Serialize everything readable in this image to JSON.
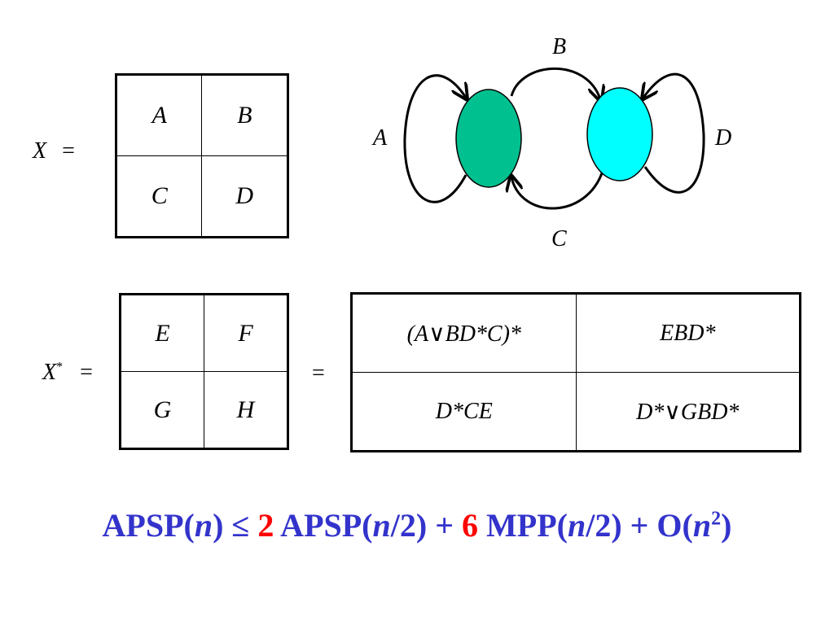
{
  "matrix_x": {
    "label": "X",
    "equals": "=",
    "cells": [
      [
        "A",
        "B"
      ],
      [
        "C",
        "D"
      ]
    ]
  },
  "graph": {
    "labels": {
      "top": "B",
      "left": "A",
      "right": "D",
      "bottom": "C"
    },
    "colors": {
      "left_node": "#00c090",
      "right_node": "#00ffff"
    }
  },
  "matrix_xstar": {
    "label": "X",
    "superscript": "*",
    "equals": "=",
    "cells": [
      [
        "E",
        "F"
      ],
      [
        "G",
        "H"
      ]
    ]
  },
  "between_equals": "=",
  "result_matrix": {
    "cells": [
      [
        "(A∨BD*C)*",
        "EBD*"
      ],
      [
        "D*CE",
        "D*∨GBD*"
      ]
    ]
  },
  "formula": {
    "p1": "APSP(",
    "n1": "n",
    "p2": ") ≤ ",
    "coef1": "2",
    "p3": " APSP(",
    "n2": "n",
    "p4": "/2) + ",
    "coef2": "6",
    "p5": " MPP(",
    "n3": "n",
    "p6": "/2) + O(",
    "n4": "n",
    "exp": "2",
    "p7": ")"
  }
}
